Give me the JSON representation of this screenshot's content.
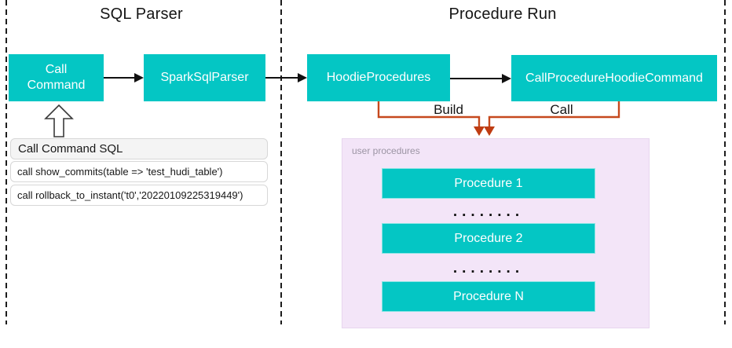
{
  "sections": {
    "sql_parser_title": "SQL Parser",
    "procedure_run_title": "Procedure Run"
  },
  "nodes": {
    "call_command": "Call\nCommand",
    "spark_sql_parser": "SparkSqlParser",
    "hoodie_procedures": "HoodieProcedures",
    "call_procedure_hoodie_command": "CallProcedureHoodieCommand"
  },
  "edges": {
    "build_label": "Build",
    "call_label": "Call"
  },
  "sql_panel": {
    "header": "Call Command SQL",
    "rows": [
      "call show_commits(table => 'test_hudi_table')",
      "call rollback_to_instant('t0','20220109225319449')"
    ]
  },
  "user_procedures": {
    "label": "user procedures",
    "items": [
      "Procedure 1",
      "Procedure 2",
      "Procedure N"
    ],
    "ellipsis": "........"
  },
  "colors": {
    "node_teal": "#04c6c4",
    "connector_orange": "#c6491d",
    "panel_purple": "#f3e5f8",
    "dashed_border": "#1c1c1c"
  }
}
